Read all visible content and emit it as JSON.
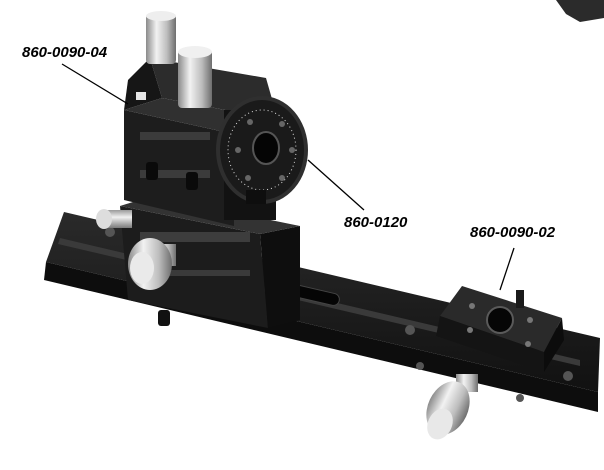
{
  "labels": {
    "top_left": "860-0090-04",
    "center": "860-0120",
    "right": "860-0090-02"
  },
  "colors": {
    "background": "#ffffff",
    "metal_dark": "#151515",
    "metal_mid": "#2e2e2e",
    "metal_light": "#4a4a4a",
    "knob_chrome": "#cfcfcf",
    "label_text": "#000000"
  }
}
